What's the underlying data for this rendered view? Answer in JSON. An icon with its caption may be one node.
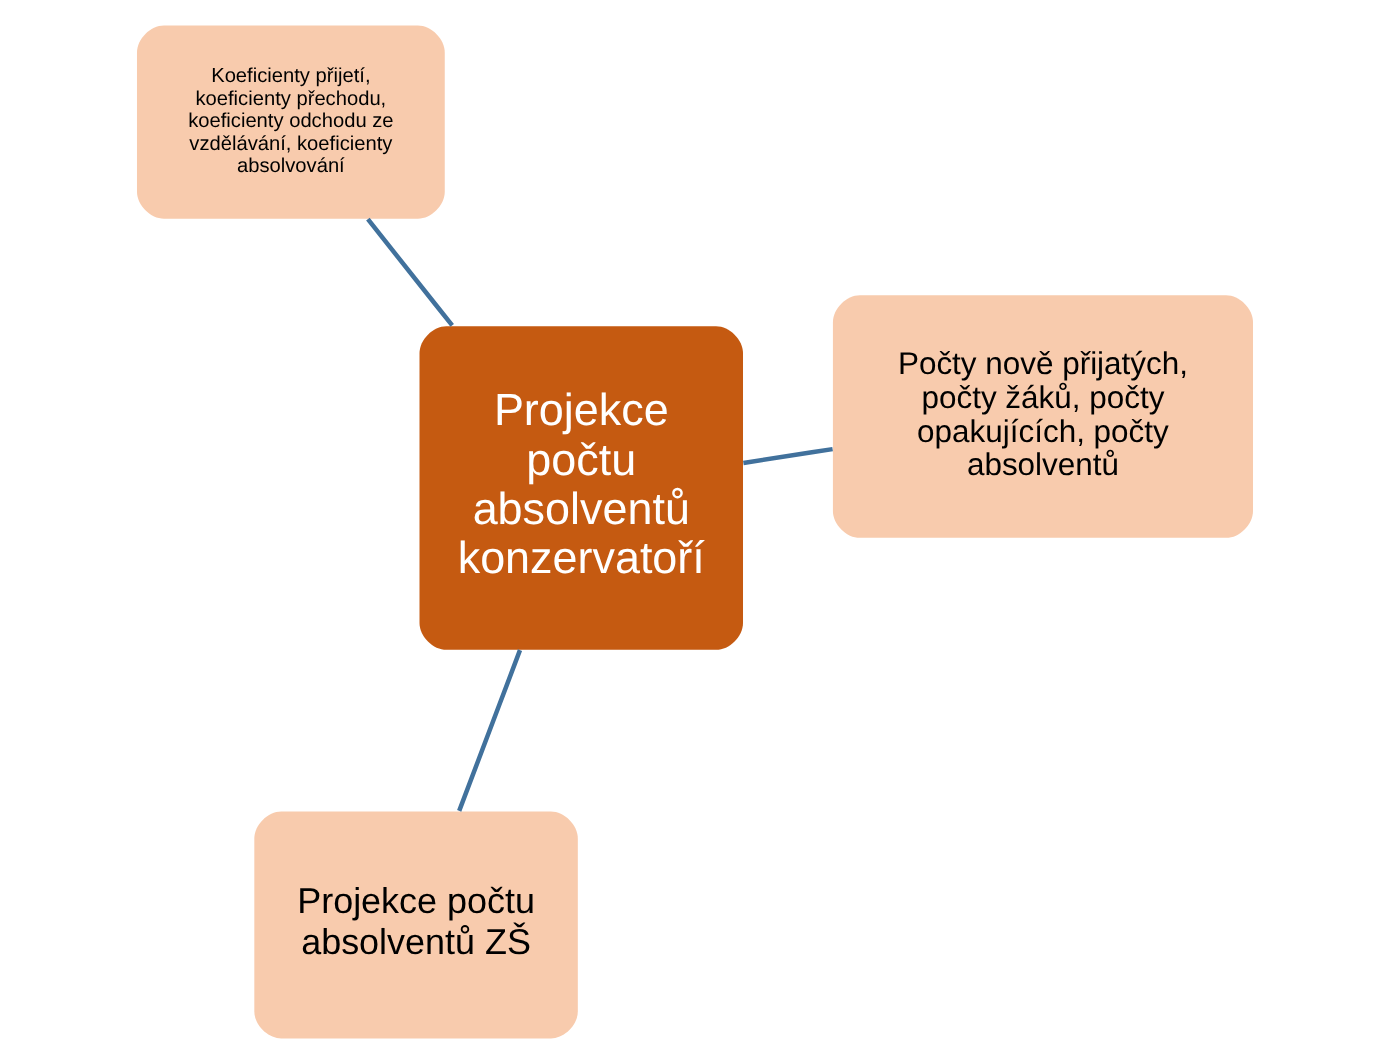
{
  "diagram": {
    "nodes": [
      {
        "text": [
          "Projekce počtu absolventů konzervatoří"
        ]
      },
      {
        "text": [
          "Počty nově přijatých, počty žáků, počty opakujících, počty absolventů"
        ]
      },
      {
        "text": [
          "Projekce počtu absolventů ZŠ"
        ]
      },
      {
        "text": [
          "Koeficienty přijetí, koeficienty přechodu, koeficienty odchodu ze vzdělávání, koeficienty absolvování"
        ]
      }
    ],
    "edges": [
      {
        "from": 0,
        "to": 1,
        "arrow": "none"
      },
      {
        "from": 0,
        "to": 2,
        "arrow": "none"
      },
      {
        "from": 0,
        "to": 3,
        "arrow": "none"
      }
    ]
  }
}
